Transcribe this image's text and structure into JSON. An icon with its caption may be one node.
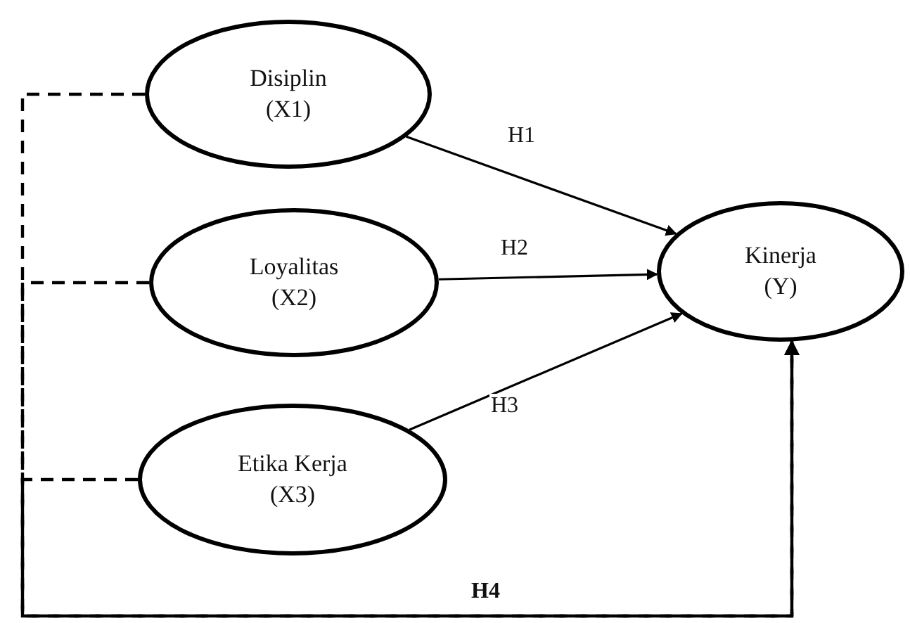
{
  "diagram": {
    "nodes": [
      {
        "text": [
          "Disiplin",
          "(X1)"
        ]
      },
      {
        "text": [
          "Loyalitas",
          "(X2)"
        ]
      },
      {
        "text": [
          "Etika Kerja",
          "(X3)"
        ]
      },
      {
        "text": [
          "Kinerja",
          "(Y)"
        ]
      }
    ],
    "edges": [
      {
        "from": 0,
        "to": 3,
        "arrow": "to",
        "label": "H1"
      },
      {
        "from": 1,
        "to": 3,
        "arrow": "to",
        "label": "H2"
      },
      {
        "from": 2,
        "to": 3,
        "arrow": "to",
        "label": "H3"
      },
      {
        "from": 0,
        "to": 3,
        "arrow": "to",
        "style": "dashed",
        "label": "H4"
      },
      {
        "from": 1,
        "to": 3,
        "arrow": "to",
        "style": "dashed"
      },
      {
        "from": 2,
        "to": 3,
        "arrow": "to",
        "style": "dashed"
      }
    ]
  }
}
